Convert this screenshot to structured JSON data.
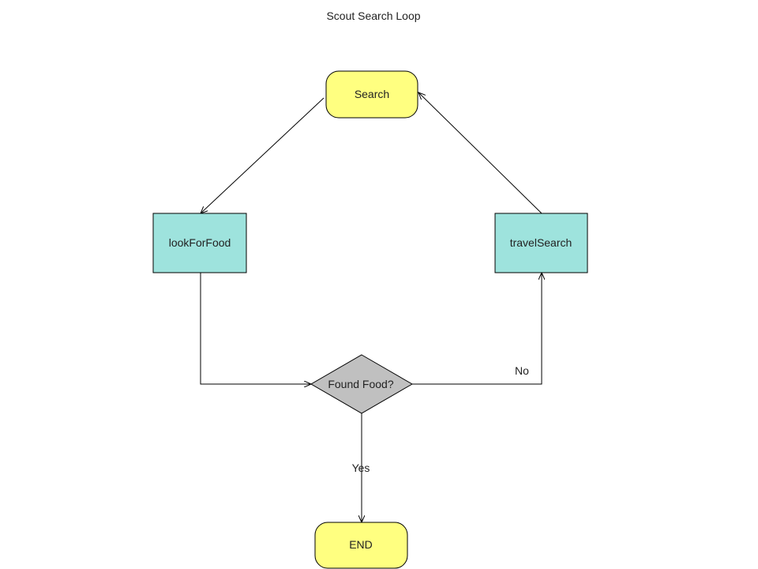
{
  "title": "Scout Search Loop",
  "nodes": {
    "search": {
      "label": "Search",
      "shape": "rounded-rectangle",
      "fill": "#ffff80"
    },
    "look_for_food": {
      "label": "lookForFood",
      "shape": "rectangle",
      "fill": "#9ee3dd"
    },
    "travel_search": {
      "label": "travelSearch",
      "shape": "rectangle",
      "fill": "#9ee3dd"
    },
    "found_food": {
      "label": "Found Food?",
      "shape": "diamond",
      "fill": "#c0c0c0"
    },
    "end": {
      "label": "END",
      "shape": "rounded-rectangle",
      "fill": "#ffff80"
    }
  },
  "edges": [
    {
      "from": "search",
      "to": "look_for_food",
      "label": ""
    },
    {
      "from": "look_for_food",
      "to": "found_food",
      "label": ""
    },
    {
      "from": "found_food",
      "to": "travel_search",
      "label": "No"
    },
    {
      "from": "travel_search",
      "to": "search",
      "label": ""
    },
    {
      "from": "found_food",
      "to": "end",
      "label": "Yes"
    }
  ],
  "colors": {
    "line": "#000000",
    "node_border": "#000000",
    "text": "#222222"
  }
}
